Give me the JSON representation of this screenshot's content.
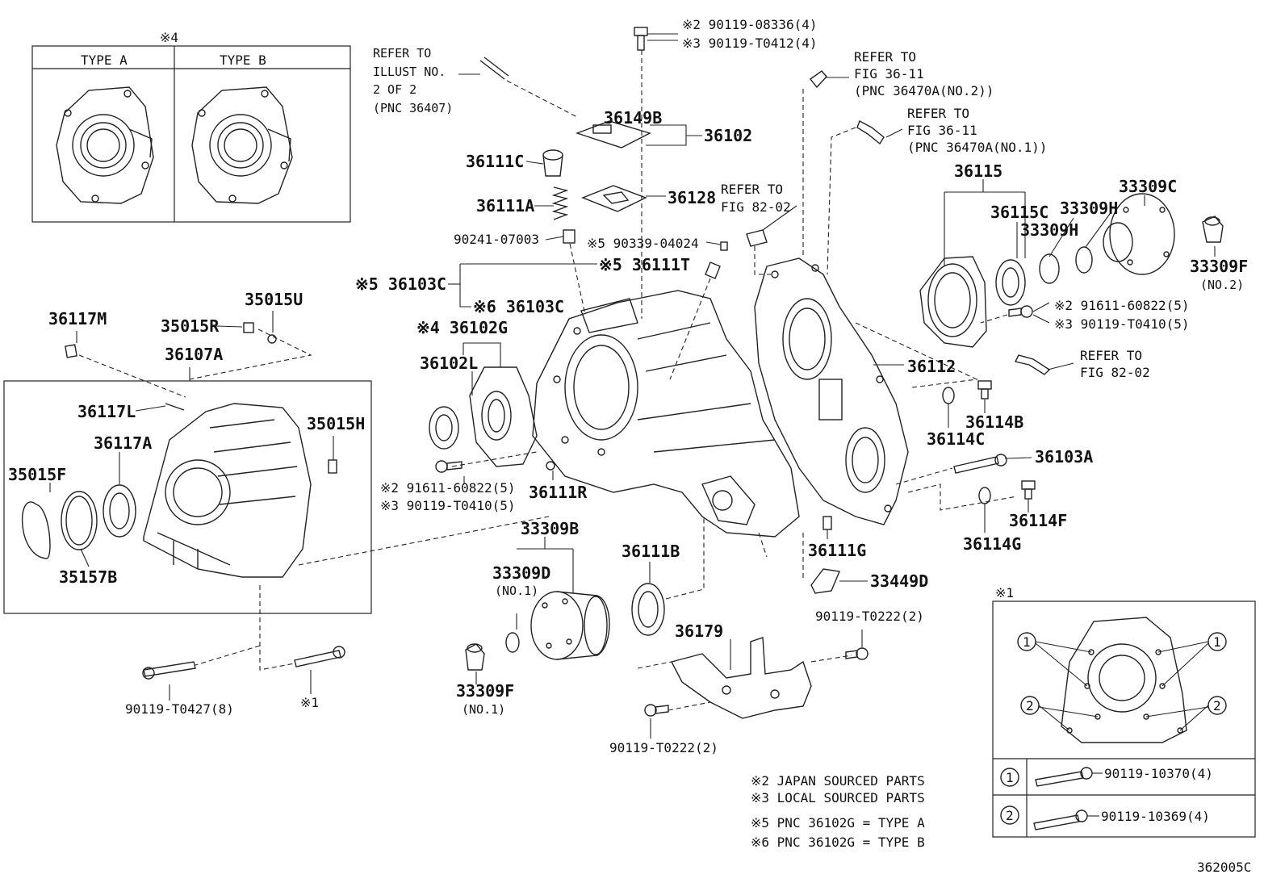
{
  "diagram": {
    "figure_code": "362005C",
    "inset_type_box": {
      "marker": "※4",
      "type_a": "TYPE A",
      "type_b": "TYPE B"
    },
    "inset_bolt_box": {
      "marker": "※1",
      "circle_1": "1",
      "circle_2": "2",
      "bolt_1": "90119-10370(4)",
      "bolt_2": "90119-10369(4)"
    },
    "refer_notes": {
      "illust": [
        "REFER TO",
        "ILLUST NO.",
        "2 OF 2",
        "(PNC 36407)"
      ],
      "fig36_11_no2": [
        "REFER TO",
        "FIG 36-11",
        "(PNC 36470A(NO.2))"
      ],
      "fig36_11_no1": [
        "REFER TO",
        "FIG 36-11",
        "(PNC 36470A(NO.1))"
      ],
      "fig82_02_top": [
        "REFER TO",
        "FIG 82-02"
      ],
      "fig82_02_right": [
        "REFER TO",
        "FIG 82-02"
      ]
    },
    "legend": [
      "※2 JAPAN SOURCED PARTS",
      "※3 LOCAL SOURCED PARTS",
      "※5 PNC 36102G = TYPE A",
      "※6 PNC 36102G = TYPE B"
    ],
    "labels": {
      "l_90119_08336": "※2 90119-08336(4)",
      "l_90119_T0412": "※3 90119-T0412(4)",
      "l_36149B": "36149B",
      "l_36102": "36102",
      "l_36111C": "36111C",
      "l_36111A": "36111A",
      "l_36128": "36128",
      "l_90241_07003": "90241-07003",
      "l_90339_04024": "※5 90339-04024",
      "l_36111T": "※5 36111T",
      "l_36103C_5": "※5 36103C",
      "l_36103C_6": "※6 36103C",
      "l_36117M": "36117M",
      "l_35015R": "35015R",
      "l_35015U": "35015U",
      "l_36107A": "36107A",
      "l_36102G": "※4 36102G",
      "l_36102L": "36102L",
      "l_36117L": "36117L",
      "l_35015H": "35015H",
      "l_36117A": "36117A",
      "l_35015F": "35015F",
      "l_35157B": "35157B",
      "l_91611_60822_a": "※2 91611-60822(5)",
      "l_90119_T0410_a": "※3 90119-T0410(5)",
      "l_36111R": "36111R",
      "l_33309B": "33309B",
      "l_33309D": "33309D",
      "l_33309D_sub": "(NO.1)",
      "l_36111B": "36111B",
      "l_33309F_1": "33309F",
      "l_33309F_1_sub": "(NO.1)",
      "l_36179": "36179",
      "l_90119_T0222_a": "90119-T0222(2)",
      "l_90119_T0222_b": "90119-T0222(2)",
      "l_90119_T0427": "90119-T0427(8)",
      "l_x1": "※1",
      "l_36115": "36115",
      "l_36115C": "36115C",
      "l_33309H_a": "33309H",
      "l_33309H_b": "33309H",
      "l_33309C": "33309C",
      "l_33309F_2": "33309F",
      "l_33309F_2_sub": "(NO.2)",
      "l_91611_60822_b": "※2 91611-60822(5)",
      "l_90119_T0410_b": "※3 90119-T0410(5)",
      "l_36112": "36112",
      "l_36114B": "36114B",
      "l_36114C": "36114C",
      "l_36103A": "36103A",
      "l_36114F": "36114F",
      "l_36114G": "36114G",
      "l_36111G": "36111G",
      "l_33449D": "33449D"
    }
  }
}
